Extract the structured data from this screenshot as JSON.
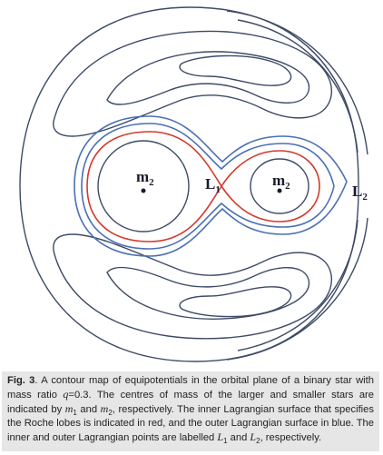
{
  "figure": {
    "labels": {
      "m2_left": "m",
      "m2_left_sub": "2",
      "m2_right": "m",
      "m2_right_sub": "2",
      "L1": "L",
      "L1_sub": "1",
      "L2": "L",
      "L2_sub": "2"
    },
    "colors": {
      "contour": "#3d4a66",
      "outer_lagrangian": "#4a6fb5",
      "inner_lagrangian": "#d4382c",
      "caption_background": "#e6e6e7"
    }
  },
  "caption": {
    "fig_label": "Fig. 3",
    "text_1": ". A contour map of equipotentials in the orbital plane of a binary star with mass ratio ",
    "q_symbol": "q",
    "text_2": "=0.3. The centres of mass of the larger and smaller stars are indicated by ",
    "m1_symbol": "m",
    "m1_sub": "1",
    "text_3": " and ",
    "m2_symbol": "m",
    "m2_sub": "2",
    "text_4": ", respectively. The inner Lagrangian surface that specifies the Roche lobes is indicated in red, and the outer Lagrangian surface in blue. The inner and outer Lagrangian points are labelled ",
    "L1_symbol": "L",
    "L1_sub": "1",
    "text_5": " and ",
    "L2_symbol": "L",
    "L2_sub": "2",
    "text_6": ", respectively."
  }
}
